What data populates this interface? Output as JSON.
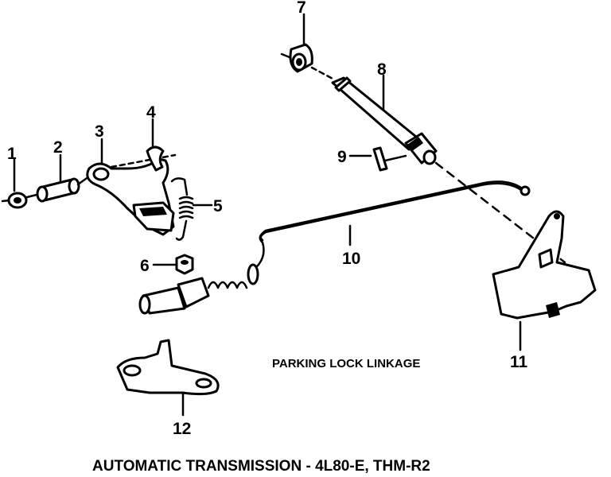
{
  "diagram": {
    "title": "PARKING LOCK LINKAGE",
    "caption": "AUTOMATIC TRANSMISSION - 4L80-E, THM-R2",
    "callouts": [
      "1",
      "2",
      "3",
      "4",
      "5",
      "6",
      "7",
      "8",
      "9",
      "10",
      "11",
      "12"
    ]
  }
}
